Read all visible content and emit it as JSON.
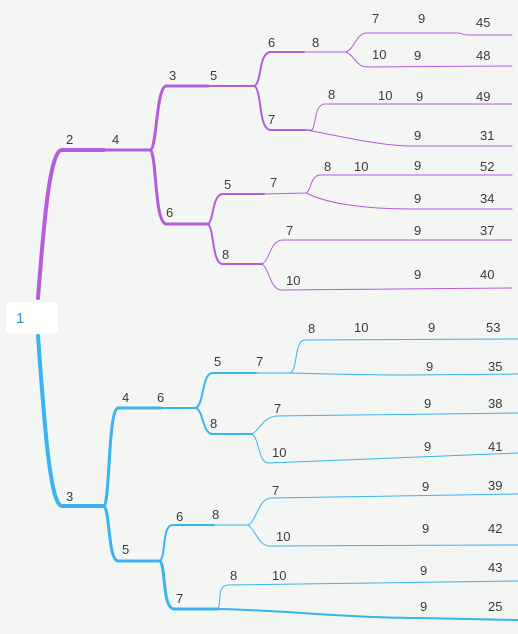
{
  "colors": {
    "branch_a": "#b45cdc",
    "branch_b": "#3bb3ef",
    "background": "#f4f6f4",
    "text": "#3a3a3a"
  },
  "root": {
    "label": "1"
  },
  "labels": {
    "a_l1": "2",
    "a_l1b": "4",
    "a_top": "3",
    "a_top2": "5",
    "a_t1": "6",
    "a_t1b": "8",
    "a_t1a": "7",
    "a_t1a_9": "9",
    "a_t1a_v": "45",
    "a_t1c": "10",
    "a_t1c_9": "9",
    "a_t1c_v": "48",
    "a_t2": "7",
    "a_t2a": "8",
    "a_t2a2": "10",
    "a_t2a_9": "9",
    "a_t2a_v": "49",
    "a_t2b_9": "9",
    "a_t2b_v": "31",
    "a_bot": "6",
    "a_b1": "5",
    "a_b1b": "7",
    "a_b1a": "8",
    "a_b1a2": "10",
    "a_b1a_9": "9",
    "a_b1a_v": "52",
    "a_b1b_9": "9",
    "a_b1b_v": "34",
    "a_b2": "8",
    "a_b2a": "7",
    "a_b2a_9": "9",
    "a_b2a_v": "37",
    "a_b2b": "10",
    "a_b2b_9": "9",
    "a_b2b_v": "40",
    "b_l1": "3",
    "b_top": "4",
    "b_top2": "6",
    "b_t1": "5",
    "b_t1b": "7",
    "b_t1a": "8",
    "b_t1a2": "10",
    "b_t1a_9": "9",
    "b_t1a_v": "53",
    "b_t1b_9": "9",
    "b_t1b_v": "35",
    "b_t2": "8",
    "b_t2a": "7",
    "b_t2a_9": "9",
    "b_t2a_v": "38",
    "b_t2b": "10",
    "b_t2b_9": "9",
    "b_t2b_v": "41",
    "b_bot": "5",
    "b_b1": "6",
    "b_b1b": "8",
    "b_b1a": "7",
    "b_b1a_9": "9",
    "b_b1a_v": "39",
    "b_b1c": "10",
    "b_b1c_9": "9",
    "b_b1c_v": "42",
    "b_b2": "7",
    "b_b2a": "8",
    "b_b2a2": "10",
    "b_b2a_9": "9",
    "b_b2a_v": "43",
    "b_b2b_9": "9",
    "b_b2b_v": "25"
  }
}
